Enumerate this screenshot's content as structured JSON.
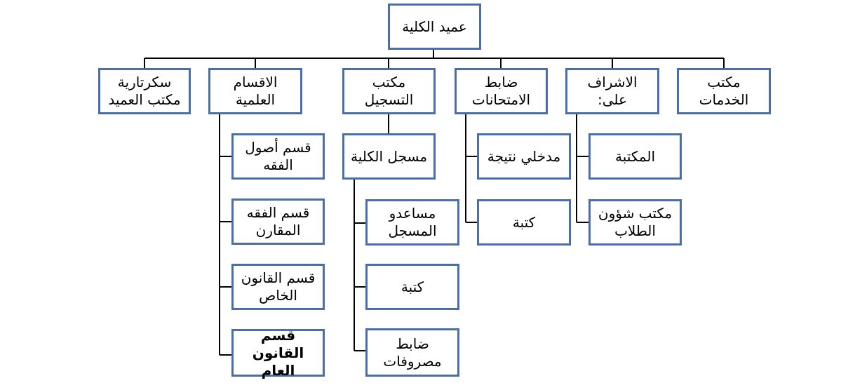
{
  "dean": "عميد الكلية",
  "departments": {
    "secretary": "سكرتارية\nمكتب العميد",
    "academic": "الاقسام\nالعلمية",
    "registration": "مكتب\nالتسجيل",
    "exams": "ضابط\nالامتحانات",
    "supervision": "الاشراف\nعلى:",
    "services": "مكتب\nالخدمات"
  },
  "academic_children": [
    "قسم أصول\nالفقه",
    "قسم الفقه\nالمقارن",
    "قسم القانون\nالخاص",
    "قسم القانون\nالعام"
  ],
  "registration_children": {
    "registrar": "مسجل الكلية",
    "items": [
      "مساعدو\nالمسجل",
      "كتبة",
      "ضابط\nمصروفات"
    ]
  },
  "exams_children": [
    "مدخلي نتيجة",
    "كتبة"
  ],
  "supervision_children": [
    "المكتبة",
    "مكتب شؤون\nالطلاب"
  ]
}
